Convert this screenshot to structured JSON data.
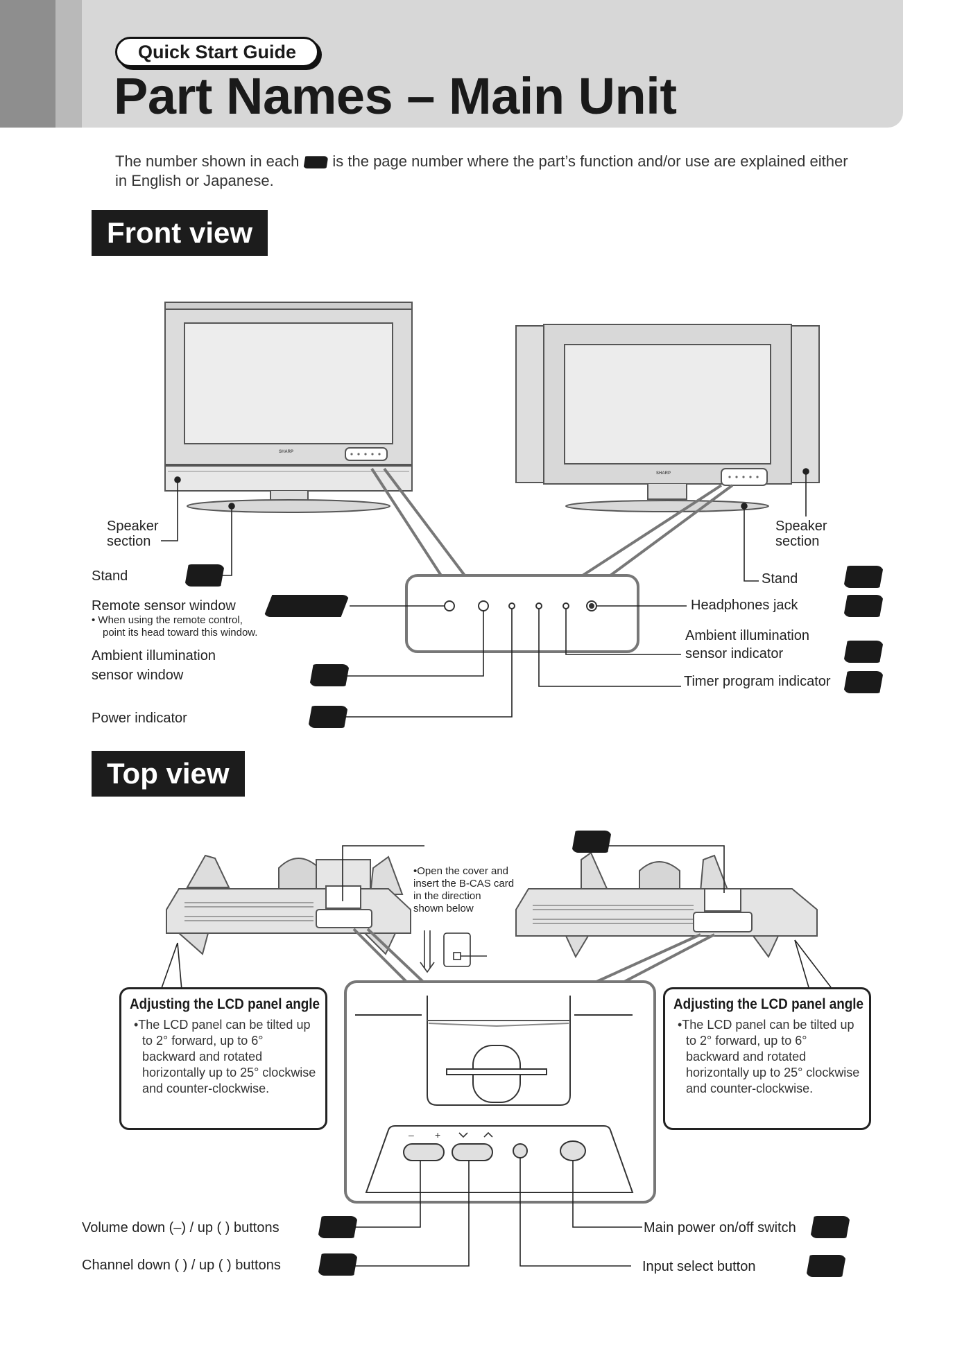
{
  "header": {
    "tag": "Quick Start Guide",
    "title": "Part Names – Main Unit"
  },
  "intro": {
    "line1_before": "The number shown in each",
    "line1_after": "is the page number where the part’s function and/or use are explained either",
    "line2": "in English or Japanese."
  },
  "front_view": {
    "heading": "Front view",
    "brand": "SHARP",
    "labels": {
      "speaker_left": [
        "Speaker",
        "section"
      ],
      "speaker_right": [
        "Speaker",
        "section"
      ],
      "stand_left": "Stand",
      "stand_right": "Stand",
      "remote_sensor": "Remote sensor window",
      "remote_note": [
        "• When using the remote control,",
        "point its head toward this window."
      ],
      "ambient_window": [
        "Ambient illumination",
        "sensor window"
      ],
      "power_indicator": "Power indicator",
      "headphones": "Headphones jack",
      "ambient_indicator": [
        "Ambient illumination",
        "sensor indicator"
      ],
      "timer_indicator": "Timer program indicator"
    }
  },
  "top_view": {
    "heading": "Top view",
    "bcas_note": [
      "•Open the cover and",
      "insert the B-CAS card",
      "in the direction",
      "shown below"
    ],
    "callout_left": {
      "title": "Adjusting the LCD panel angle",
      "body": "•The LCD panel can be tilted up to 2° forward, up to 6° backward and rotated horizontally up to 25° clockwise and counter-clockwise."
    },
    "callout_right": {
      "title": "Adjusting the LCD panel angle",
      "body": "•The LCD panel can be tilted up to 2° forward, up to 6° backward and rotated horizontally up to 25° clockwise and counter-clockwise."
    },
    "button_signs": {
      "minus": "–",
      "plus": "+"
    },
    "labels": {
      "volume": "Volume down (–) / up (   ) buttons",
      "channel": "Channel down (    ) / up (    ) buttons",
      "main_power": "Main power on/off switch",
      "input_select": "Input select button"
    }
  }
}
